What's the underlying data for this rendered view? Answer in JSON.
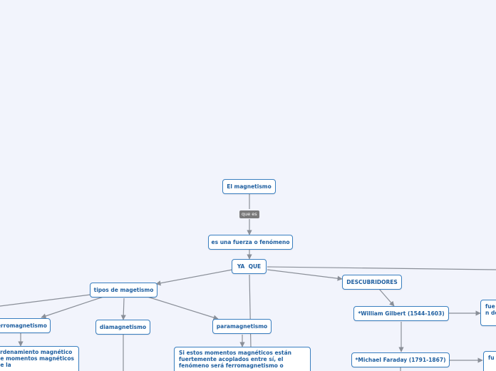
{
  "colors": {
    "background": "#f2f4fc",
    "node_border": "#3a7fc0",
    "node_text": "#1f5fa0",
    "connector": "#8a8f98",
    "link_label_bg": "#7a7a7a"
  },
  "nodes": {
    "magnetismo": "El magnetismo",
    "fuerza": "es una fuerza o fenómeno",
    "ya_que": "YA  QUE",
    "tipos": "tipos de magetismo",
    "ferromagnetismo": "Ferromagnetismo",
    "diamagnetismo": "diamagnetismo",
    "paramagnetismo": "paramagnetismo",
    "ordenamiento": "ordenamiento magnético de momentos magnéticos de la",
    "acoplados": "Si estos momentos magnéticos están fuertemente acoplados entre sí, el fenómeno será ferromagnetismo o",
    "descubridores": "DESCUBRIDORES",
    "gilbert": "*William Gilbert (1544-1603)",
    "faraday": "*Michael Faraday (1791-1867)",
    "gilbert_right": "fue con del",
    "faraday_right": "fu el"
  },
  "link_labels": {
    "que_es": "que es"
  }
}
